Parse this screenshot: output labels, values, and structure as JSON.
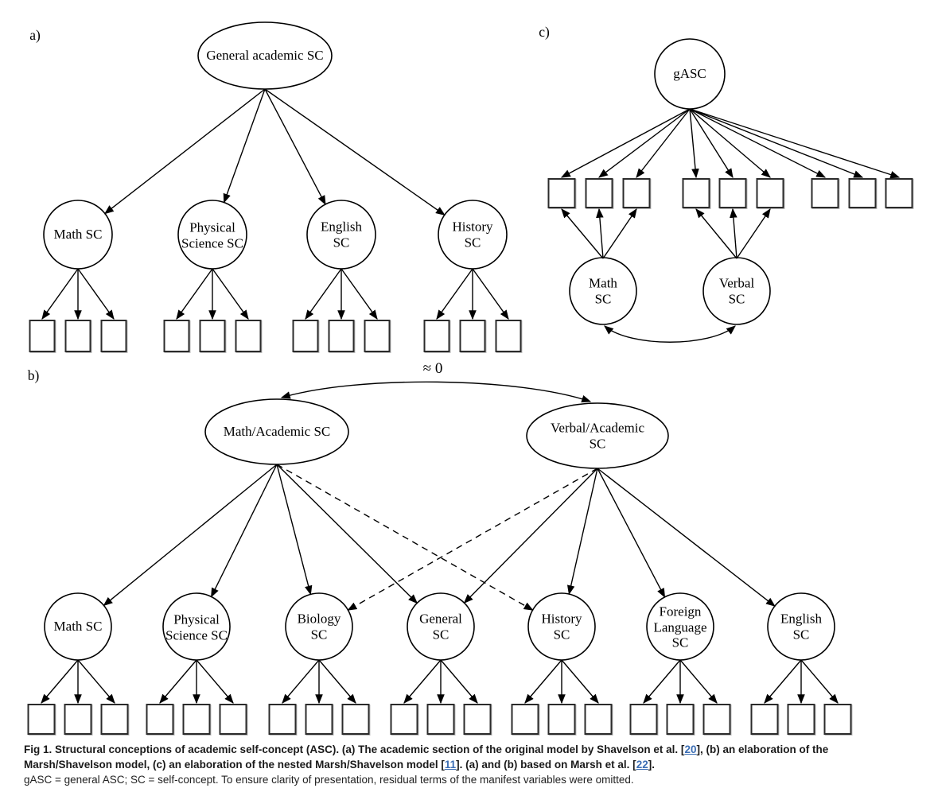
{
  "figure": {
    "panels": {
      "a": {
        "label": "a)",
        "root": "General academic SC",
        "factors": [
          "Math SC",
          "Physical Science SC",
          "English SC",
          "History SC"
        ]
      },
      "b": {
        "label": "b)",
        "correlation": "≈ 0",
        "roots": [
          "Math/Academic SC",
          "Verbal/Academic SC"
        ],
        "factors": [
          "Math SC",
          "Physical Science SC",
          "Biology SC",
          "General SC",
          "History SC",
          "Foreign Language SC",
          "English SC"
        ]
      },
      "c": {
        "label": "c)",
        "root": "gASC",
        "factors": [
          "Math SC",
          "Verbal SC"
        ]
      }
    },
    "caption": {
      "bold_1": "Fig 1. Structural conceptions of academic self-concept (ASC). (a) The academic section of the original model by Shavelson et al. [",
      "ref_1": "20",
      "bold_2": "], (b) an elaboration of the Marsh/Shavelson model, (c) an elaboration of the nested Marsh/Shavelson model [",
      "ref_2": "11",
      "bold_3": "]. (a) and (b) based on Marsh et al. [",
      "ref_3": "22",
      "bold_4": "].",
      "note": "gASC = general ASC; SC = self-concept. To ensure clarity of presentation, residual terms of the manifest variables were omitted."
    },
    "colors": {
      "stroke": "#000000",
      "link": "#3c6eb4"
    }
  }
}
